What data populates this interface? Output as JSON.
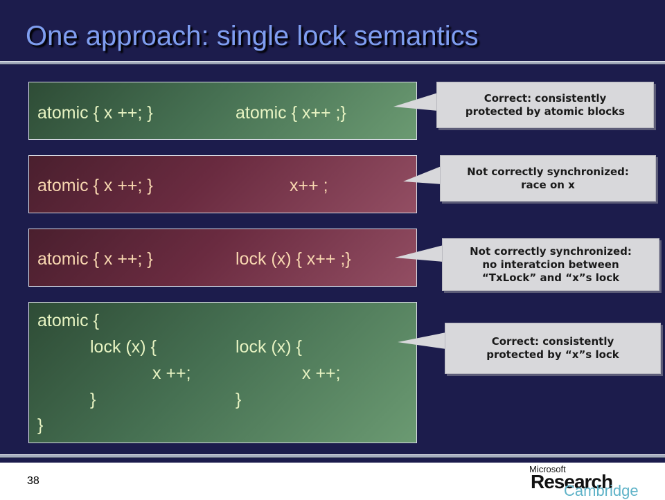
{
  "slide": {
    "title": "One approach: single lock semantics",
    "page_number": "38"
  },
  "examples": [
    {
      "status": "correct",
      "left_code": "atomic { x ++; }",
      "right_code": "atomic { x++ ;}",
      "note_lines": [
        "Correct: consistently",
        "protected by atomic blocks"
      ]
    },
    {
      "status": "incorrect",
      "left_code": "atomic { x ++; }",
      "right_code": "x++ ;",
      "note_lines": [
        "Not correctly synchronized:",
        "race on x"
      ]
    },
    {
      "status": "incorrect",
      "left_code": "atomic { x ++; }",
      "right_code": "lock (x) { x++ ;}",
      "note_lines": [
        "Not correctly synchronized:",
        "no interatcion between",
        "“TxLock” and “x”s lock"
      ]
    },
    {
      "status": "correct",
      "left_lines": [
        "atomic {",
        "lock (x) {",
        "x ++;",
        "}",
        "}"
      ],
      "right_lines": [
        "lock (x) {",
        "x ++;",
        "}"
      ],
      "note_lines": [
        "Correct: consistently",
        "protected by “x”s lock"
      ]
    }
  ],
  "logo": {
    "line1": "Microsoft",
    "line2": "Research",
    "line3": "Cambridge"
  },
  "colors": {
    "background": "#1c1c4c",
    "title": "#7f9ef0",
    "correct_box": "#467052",
    "incorrect_box": "#6a2b40",
    "callout": "#d8d8db"
  }
}
